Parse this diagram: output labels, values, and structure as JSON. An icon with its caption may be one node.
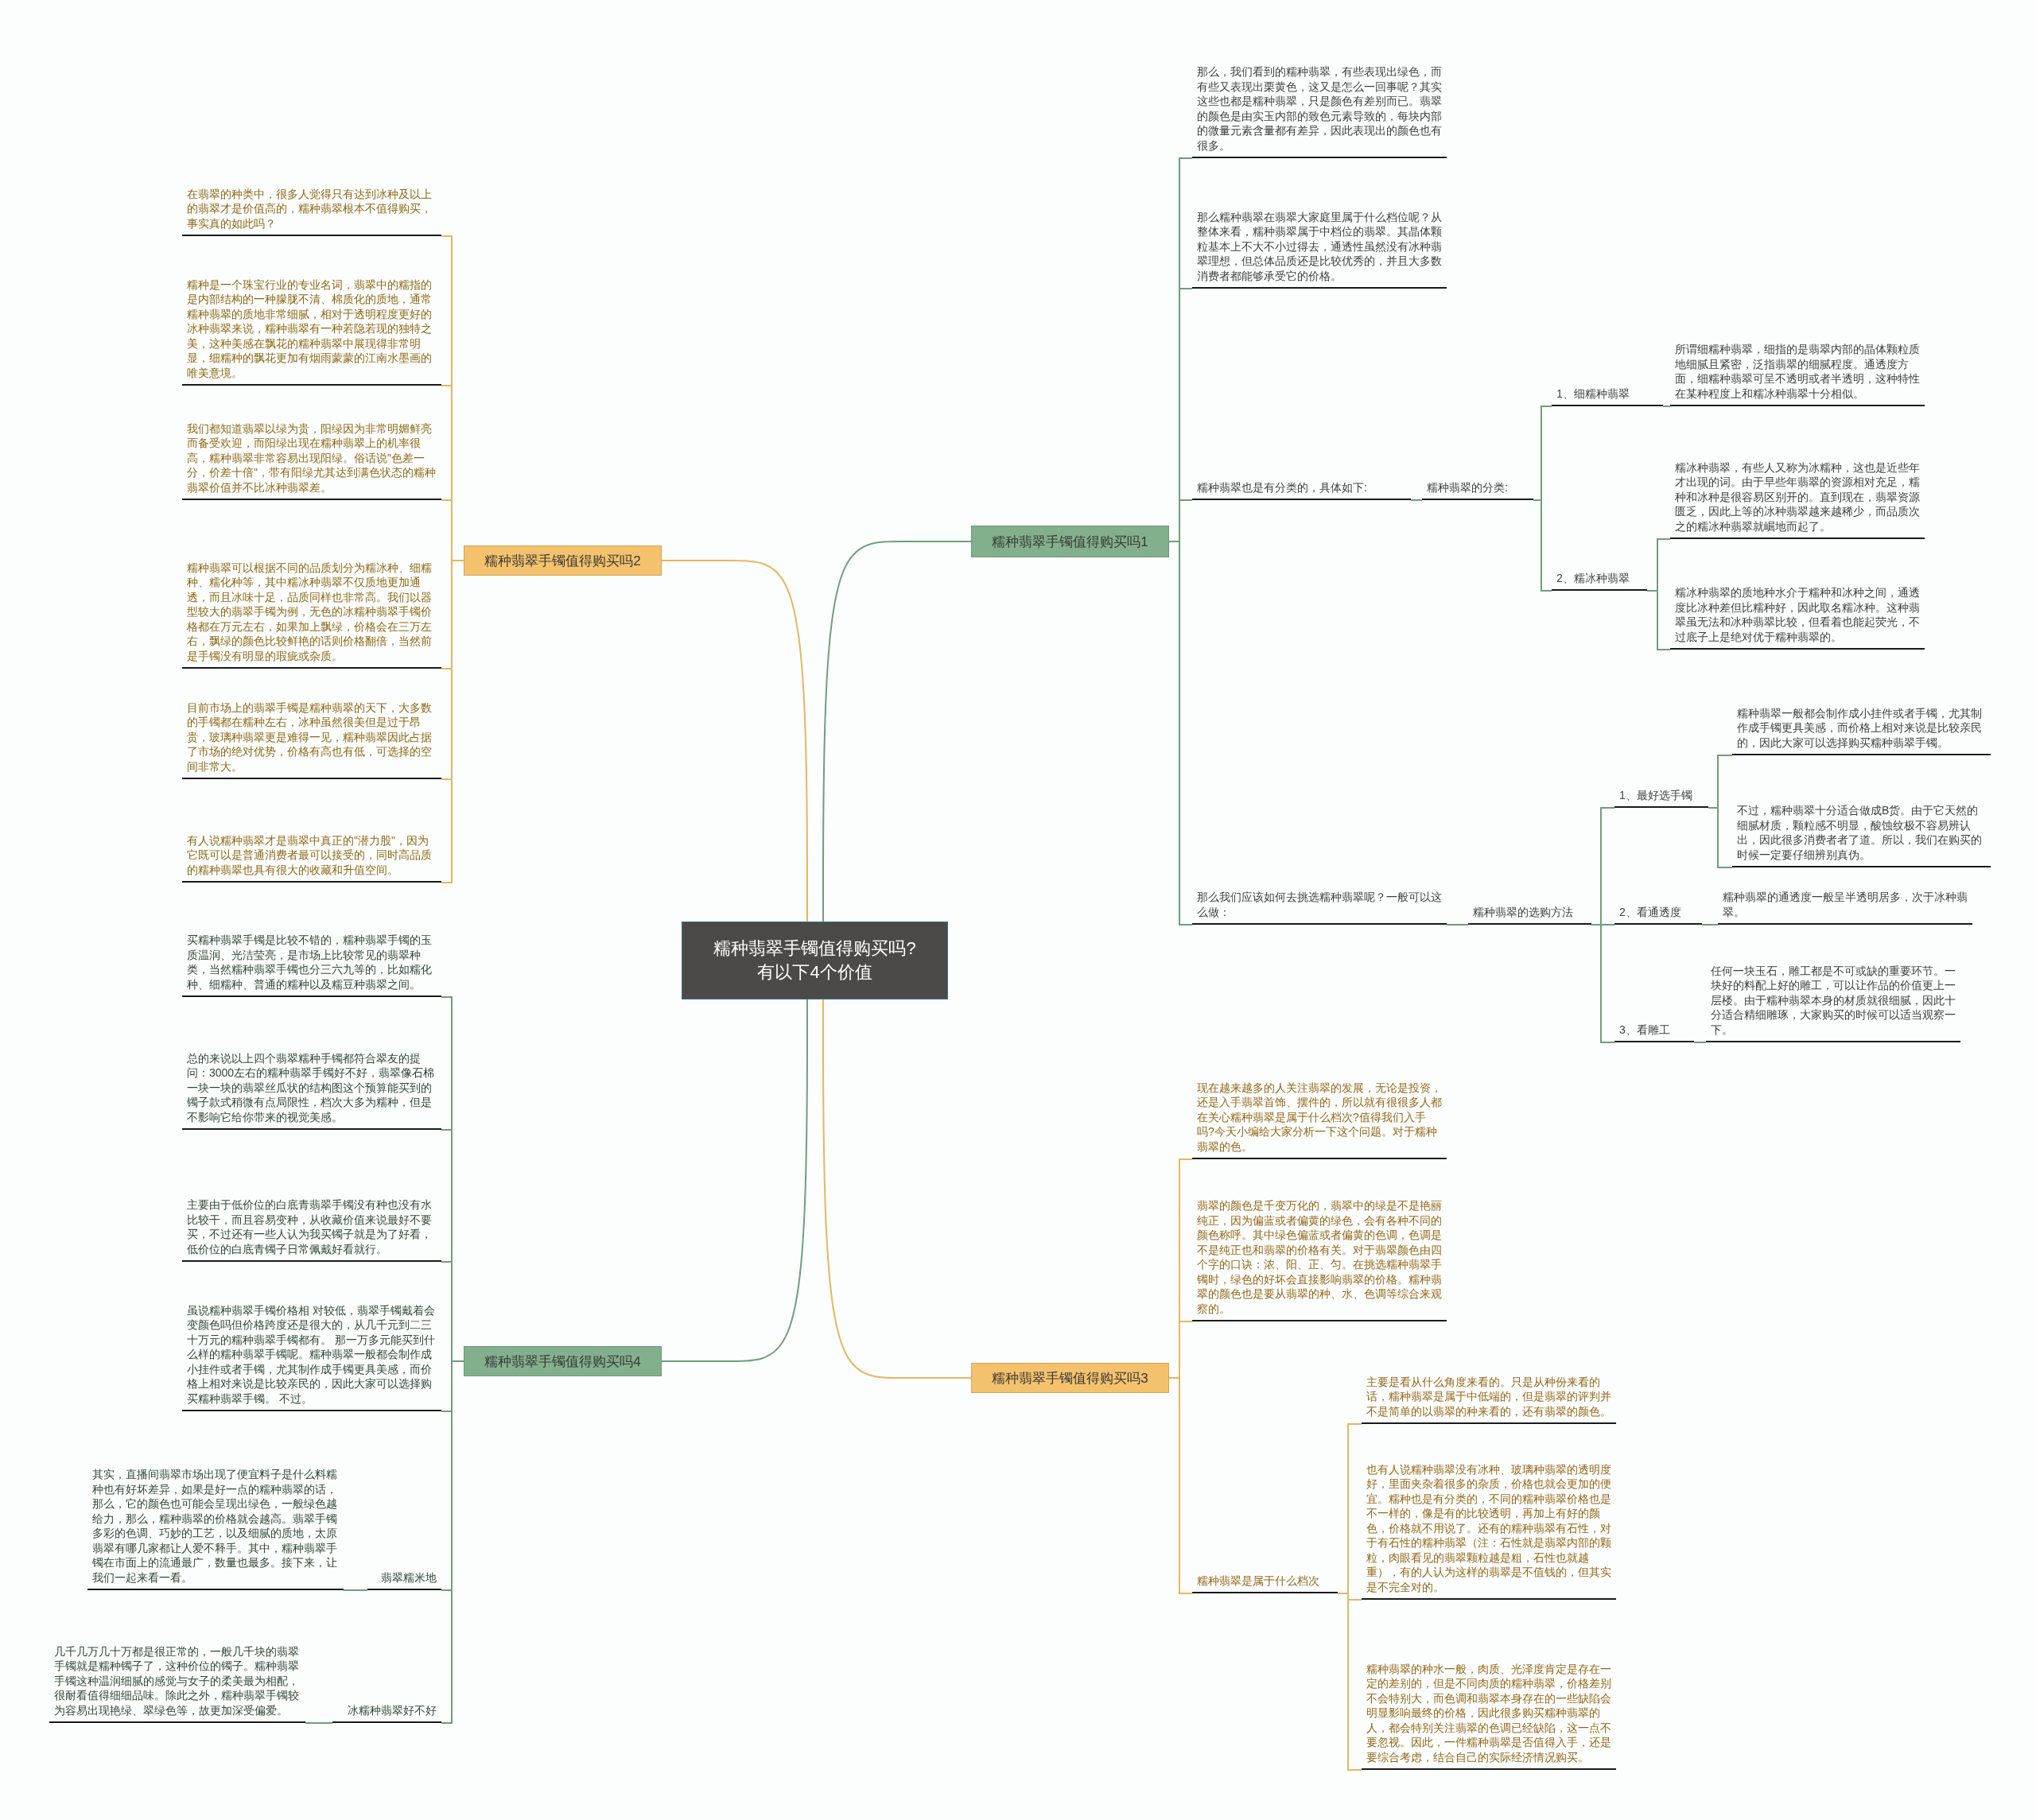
{
  "diagram": {
    "nodes": [
      {
        "text": [
          "糯种翡翠手镯值得购买吗?有以下4个价值"
        ]
      },
      {
        "text": [
          "糯种翡翠手镯值得购买吗1"
        ]
      },
      {
        "text": [
          "那么，我们看到的糯种翡翠，有些表现出绿色，而有些又表现出栗黄色，这又是怎么一回事呢？其实这些也都是糯种翡翠，只是颜色有差别而已。翡翠的颜色是由实玉内部的致色元素导致的，每块内部的微量元素含量都有差异，因此表现出的颜色也有很多。"
        ]
      },
      {
        "text": [
          "那么糯种翡翠在翡翠大家庭里属于什么档位呢？从整体来看，糯种翡翠属于中档位的翡翠。其晶体颗粒基本上不大不小过得去，通透性虽然没有冰种翡翠理想，但总体品质还是比较优秀的，并且大多数消费者都能够承受它的价格。"
        ]
      },
      {
        "text": [
          "糯种翡翠也是有分类的，具体如下:"
        ]
      },
      {
        "text": [
          "糯种翡翠的分类:"
        ]
      },
      {
        "text": [
          "1、细糯种翡翠"
        ]
      },
      {
        "text": [
          "所谓细糯种翡翠，细指的是翡翠内部的晶体颗粒质地细腻且紧密，泛指翡翠的细腻程度。通透度方面，细糯种翡翠可呈不透明或者半透明，这种特性在某种程度上和糯冰种翡翠十分相似。"
        ]
      },
      {
        "text": [
          "2、糯冰种翡翠"
        ]
      },
      {
        "text": [
          "糯冰种翡翠，有些人又称为冰糯种，这也是近些年才出现的词。由于早些年翡翠的资源相对充足，糯种和冰种是很容易区别开的。直到现在，翡翠资源匮乏，因此上等的冰种翡翠越来越稀少，而品质次之的糯冰种翡翠就崛地而起了。"
        ]
      },
      {
        "text": [
          "糯冰种翡翠的质地种水介于糯种和冰种之间，通透度比冰种差但比糯种好，因此取名糯冰种。这种翡翠虽无法和冰种翡翠比较，但看着也能起荧光，不过底子上是绝对优于糯种翡翠的。"
        ]
      },
      {
        "text": [
          "那么我们应该如何去挑选糯种翡翠呢？一般可以这么做："
        ]
      },
      {
        "text": [
          "糯种翡翠的选购方法"
        ]
      },
      {
        "text": [
          "1、最好选手镯"
        ]
      },
      {
        "text": [
          "糯种翡翠一般都会制作成小挂件或者手镯，尤其制作成手镯更具美感，而价格上相对来说是比较亲民的，因此大家可以选择购买糯种翡翠手镯。"
        ]
      },
      {
        "text": [
          "不过，糯种翡翠十分适合做成B货。由于它天然的细腻材质，颗粒感不明显，酸蚀纹极不容易辨认出，因此很多消费者者了道。所以，我们在购买的时候一定要仔细辨别真伪。"
        ]
      },
      {
        "text": [
          "2、看通透度"
        ]
      },
      {
        "text": [
          "糯种翡翠的通透度一般呈半透明居多，次于冰种翡翠。"
        ]
      },
      {
        "text": [
          "3、看雕工"
        ]
      },
      {
        "text": [
          "任何一块玉石，雕工都是不可或缺的重要环节。一块好的料配上好的雕工，可以让作品的价值更上一层楼。由于糯种翡翠本身的材质就很细腻，因此十分适合精细雕琢，大家购买的时候可以适当观察一下。"
        ]
      },
      {
        "text": [
          "糯种翡翠手镯值得购买吗3"
        ]
      },
      {
        "text": [
          "现在越来越多的人关注翡翠的发展，无论是投资，还是入手翡翠首饰、摆件的，所以就有很很多人都在关心糯种翡翠是属于什么档次?值得我们入手吗?今天小编给大家分析一下这个问题。对于糯种翡翠的色。"
        ]
      },
      {
        "text": [
          "翡翠的颜色是千变万化的，翡翠中的绿是不是艳丽纯正，因为偏蓝或者偏黄的绿色，会有各种不同的颜色称呼。其中绿色偏蓝或者偏黄的色调，色调是不是纯正也和翡翠的价格有关。对于翡翠颜色由四个字的口诀：浓、阳、正、匀。在挑选糯种翡翠手镯时，绿色的好坏会直接影响翡翠的价格。糯种翡翠的颜色也是要从翡翠的种、水、色调等综合来观察的。"
        ]
      },
      {
        "text": [
          "糯种翡翠是属于什么档次"
        ]
      },
      {
        "text": [
          "主要是看从什么角度来看的。只是从种份来看的话，糯种翡翠是属于中低端的，但是翡翠的评判并不是简单的以翡翠的种来看的，还有翡翠的颜色。"
        ]
      },
      {
        "text": [
          "也有人说糯种翡翠没有冰种、玻璃种翡翠的透明度好，里面夹杂着很多的杂质，价格也就会更加的便宜。糯种也是有分类的，不同的糯种翡翠价格也是不一样的，像是有的比较透明，再加上有好的颜色，价格就不用说了。还有的糯种翡翠有石性，对于有石性的糯种翡翠（注：石性就是翡翠内部的颗粒，肉眼看见的翡翠颗粒越是粗，石性也就越重），有的人认为这样的翡翠是不值钱的，但其实是不完全对的。"
        ]
      },
      {
        "text": [
          "糯种翡翠的种水一般，肉质、光泽度肯定是存在一定的差别的，但是不同肉质的糯种翡翠，价格差别不会特别大，而色调和翡翠本身存在的一些缺陷会明显影响最终的价格，因此很多购买糯种翡翠的人，都会特别关注翡翠的色调已经缺陷，这一点不要忽视。因此，一件糯种翡翠是否值得入手，还是要综合考虑，结合自己的实际经济情况购买。"
        ]
      },
      {
        "text": [
          "糯种翡翠手镯值得购买吗2"
        ]
      },
      {
        "text": [
          "在翡翠的种类中，很多人觉得只有达到冰种及以上的翡翠才是价值高的，糯种翡翠根本不值得购买，事实真的如此吗？"
        ]
      },
      {
        "text": [
          "糯种是一个珠宝行业的专业名词，翡翠中的糯指的是内部结构的一种朦胧不清、棉质化的质地，通常糯种翡翠的质地非常细腻，相对于透明程度更好的冰种翡翠来说，糯种翡翠有一种若隐若现的独特之美，这种美感在飘花的糯种翡翠中展现得非常明显，细糯种的飘花更加有烟雨蒙蒙的江南水墨画的唯美意境。"
        ]
      },
      {
        "text": [
          "我们都知道翡翠以绿为贵，阳绿因为非常明媚鲜亮而备受欢迎，而阳绿出现在糯种翡翠上的机率很高，糯种翡翠非常容易出现阳绿。俗话说\"色差一分，价差十倍\"，带有阳绿尤其达到满色状态的糯种翡翠价值并不比冰种翡翠差。"
        ]
      },
      {
        "text": [
          "糯种翡翠可以根据不同的品质划分为糯冰种、细糯种、糯化种等，其中糯冰种翡翠不仅质地更加通透，而且冰味十足，品质同样也非常高。我们以器型较大的翡翠手镯为例，无色的冰糯种翡翠手镯价格都在万元左右，如果加上飘绿，价格会在三万左右，飘绿的颜色比较鲜艳的话则价格翻倍，当然前是手镯没有明显的瑕疵或杂质。"
        ]
      },
      {
        "text": [
          "目前市场上的翡翠手镯是糯种翡翠的天下，大多数的手镯都在糯种左右，冰种虽然很美但是过于昂贵，玻璃种翡翠更是难得一见，糯种翡翠因此占据了市场的绝对优势，价格有高也有低，可选择的空间非常大。"
        ]
      },
      {
        "text": [
          "有人说糯种翡翠才是翡翠中真正的\"潜力股\"，因为它既可以是普通消费者最可以接受的，同时高品质的糯种翡翠也具有很大的收藏和升值空间。"
        ]
      },
      {
        "text": [
          "糯种翡翠手镯值得购买吗4"
        ]
      },
      {
        "text": [
          "买糯种翡翠手镯是比较不错的，糯种翡翠手镯的玉质温润、光洁莹亮，是市场上比较常见的翡翠种类，当然糯种翡翠手镯也分三六九等的，比如糯化种、细糯种、普通的糯种以及糯豆种翡翠之间。"
        ]
      },
      {
        "text": [
          "总的来说以上四个翡翠糯种手镯都符合翠友的提问：3000左右的糯种翡翠手镯好不好，翡翠像石棉一块一块的翡翠丝瓜状的结构图这个预算能买到的镯子款式稍微有点局限性，档次大多为糯种，但是不影响它给你带来的视觉美感。"
        ]
      },
      {
        "text": [
          "主要由于低价位的白底青翡翠手镯没有种也没有水比较干，而且容易变种，从收藏价值来说最好不要买，不过还有一些人认为我买镯子就是为了好看，低价位的白底青镯子日常佩戴好看就行。"
        ]
      },
      {
        "text": [
          "虽说糯种翡翠手镯价格相 对较低，翡翠手镯戴着会变颜色吗但价格跨度还是很大的，从几千元到二三十万元的糯种翡翠手镯都有。 那一万多元能买到什么样的糯种翡翠手镯呢。糯种翡翠一般都会制作成小挂件或者手镯，尤其制作成手镯更具美感，而价格上相对来说是比较亲民的，因此大家可以选择购买糯种翡翠手镯。 不过。"
        ]
      },
      {
        "text": [
          "翡翠糯米地"
        ]
      },
      {
        "text": [
          "其实，直播间翡翠市场出现了便宜料子是什么料糯种也有好坏差异，如果是好一点的糯种翡翠的话，那么，它的颜色也可能会呈现出绿色，一般绿色越给力，那么，糯种翡翠的价格就会越高。翡翠手镯多彩的色调、巧妙的工艺，以及细腻的质地，太原翡翠有哪几家都让人爱不释手。其中，糯种翡翠手镯在市面上的流通最广，数量也最多。接下来，让我们一起来看一看。"
        ]
      },
      {
        "text": [
          "冰糯种翡翠好不好"
        ]
      },
      {
        "text": [
          "几千几万几十万都是很正常的，一般几千块的翡翠手镯就是糯种镯子了，这种价位的镯子。糯种翡翠手镯这种温润细腻的感觉与女子的柔美最为相配，很耐看值得细细品味。除此之外，糯种翡翠手镯较为容易出现艳绿、翠绿色等，故更加深受偏爱。"
        ]
      }
    ],
    "edges": [
      {
        "from": 0,
        "to": 1,
        "arrow": "none"
      },
      {
        "from": 0,
        "to": 20,
        "arrow": "none",
        "color": "#e9b55e"
      },
      {
        "from": 0,
        "to": 27,
        "arrow": "none",
        "color": "#e9b55e"
      },
      {
        "from": 0,
        "to": 34,
        "arrow": "none"
      },
      {
        "from": 1,
        "to": 2,
        "arrow": "none"
      },
      {
        "from": 1,
        "to": 3,
        "arrow": "none"
      },
      {
        "from": 1,
        "to": 4,
        "arrow": "none"
      },
      {
        "from": 1,
        "to": 11,
        "arrow": "none"
      },
      {
        "from": 4,
        "to": 5,
        "arrow": "none"
      },
      {
        "from": 5,
        "to": 6,
        "arrow": "none"
      },
      {
        "from": 5,
        "to": 8,
        "arrow": "none"
      },
      {
        "from": 6,
        "to": 7,
        "arrow": "none"
      },
      {
        "from": 8,
        "to": 9,
        "arrow": "none"
      },
      {
        "from": 8,
        "to": 10,
        "arrow": "none"
      },
      {
        "from": 11,
        "to": 12,
        "arrow": "none"
      },
      {
        "from": 12,
        "to": 13,
        "arrow": "none"
      },
      {
        "from": 12,
        "to": 16,
        "arrow": "none"
      },
      {
        "from": 12,
        "to": 18,
        "arrow": "none"
      },
      {
        "from": 13,
        "to": 14,
        "arrow": "none"
      },
      {
        "from": 13,
        "to": 15,
        "arrow": "none"
      },
      {
        "from": 16,
        "to": 17,
        "arrow": "none"
      },
      {
        "from": 18,
        "to": 19,
        "arrow": "none"
      },
      {
        "from": 20,
        "to": 21,
        "arrow": "none",
        "color": "#e9b55e"
      },
      {
        "from": 20,
        "to": 22,
        "arrow": "none",
        "color": "#e9b55e"
      },
      {
        "from": 20,
        "to": 23,
        "arrow": "none",
        "color": "#e9b55e"
      },
      {
        "from": 23,
        "to": 24,
        "arrow": "none",
        "color": "#e9b55e"
      },
      {
        "from": 23,
        "to": 25,
        "arrow": "none",
        "color": "#e9b55e"
      },
      {
        "from": 23,
        "to": 26,
        "arrow": "none",
        "color": "#e9b55e"
      },
      {
        "from": 27,
        "to": 28,
        "arrow": "none",
        "color": "#e9b55e"
      },
      {
        "from": 27,
        "to": 29,
        "arrow": "none",
        "color": "#e9b55e"
      },
      {
        "from": 27,
        "to": 30,
        "arrow": "none",
        "color": "#e9b55e"
      },
      {
        "from": 27,
        "to": 31,
        "arrow": "none",
        "color": "#e9b55e"
      },
      {
        "from": 27,
        "to": 32,
        "arrow": "none",
        "color": "#e9b55e"
      },
      {
        "from": 27,
        "to": 33,
        "arrow": "none",
        "color": "#e9b55e"
      },
      {
        "from": 34,
        "to": 35,
        "arrow": "none"
      },
      {
        "from": 34,
        "to": 36,
        "arrow": "none"
      },
      {
        "from": 34,
        "to": 37,
        "arrow": "none"
      },
      {
        "from": 34,
        "to": 38,
        "arrow": "none"
      },
      {
        "from": 34,
        "to": 39,
        "arrow": "none"
      },
      {
        "from": 34,
        "to": 41,
        "arrow": "none"
      },
      {
        "from": 39,
        "to": 40,
        "arrow": "none"
      },
      {
        "from": 41,
        "to": 42,
        "arrow": "none"
      }
    ]
  }
}
